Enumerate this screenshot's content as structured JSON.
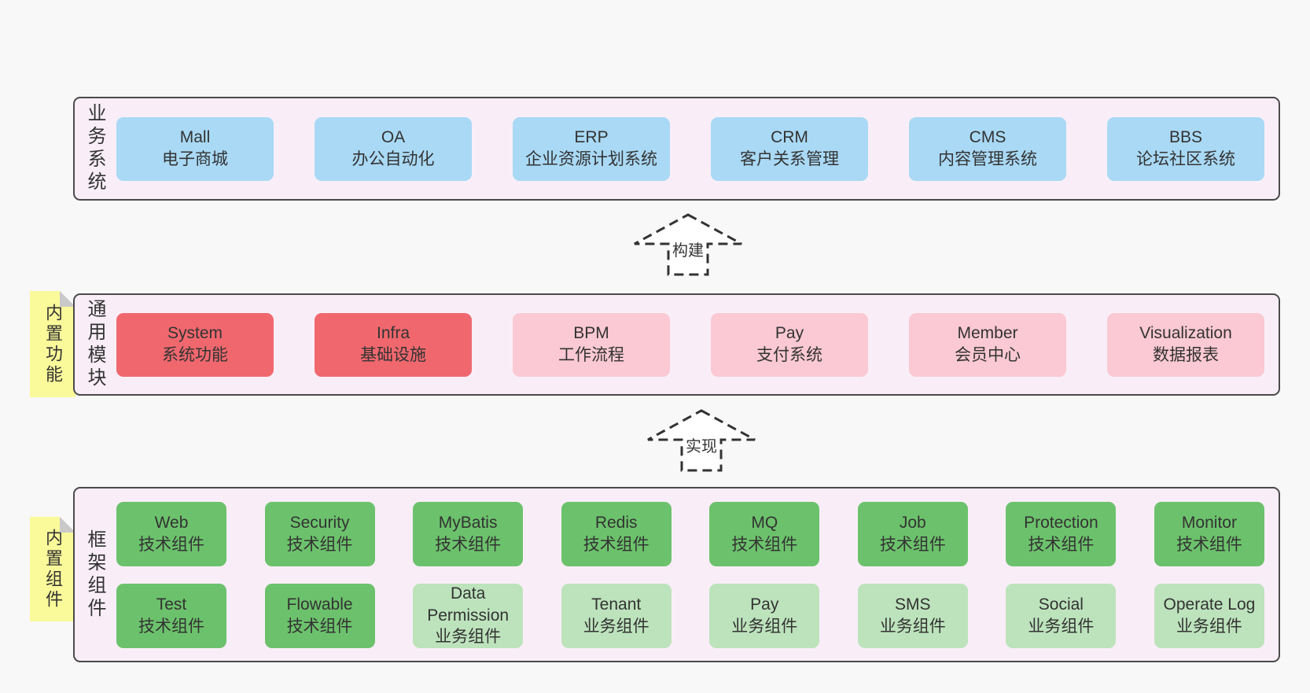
{
  "colors": {
    "page_bg": "#f8f8f8",
    "layer_bg": "#f9eef7",
    "layer_border": "#4a4a4a",
    "text": "#333333",
    "blue": "#a9d9f5",
    "red": "#f0686e",
    "pink": "#fac9d3",
    "green": "#6cc26c",
    "light_green": "#bde3bc",
    "sticky_yellow": "#fafa9a",
    "sticky_fold": "#c9c9c9",
    "arrow_fill": "#ffffff",
    "arrow_stroke": "#333333"
  },
  "layers": {
    "business": {
      "label": "业务系统",
      "boxes": [
        {
          "title": "Mall",
          "subtitle": "电子商城"
        },
        {
          "title": "OA",
          "subtitle": "办公自动化"
        },
        {
          "title": "ERP",
          "subtitle": "企业资源计划系统"
        },
        {
          "title": "CRM",
          "subtitle": "客户关系管理"
        },
        {
          "title": "CMS",
          "subtitle": "内容管理系统"
        },
        {
          "title": "BBS",
          "subtitle": "论坛社区系统"
        }
      ]
    },
    "modules": {
      "label": "通用模块",
      "sticky": "内置功能",
      "boxes": [
        {
          "title": "System",
          "subtitle": "系统功能"
        },
        {
          "title": "Infra",
          "subtitle": "基础设施"
        },
        {
          "title": "BPM",
          "subtitle": "工作流程"
        },
        {
          "title": "Pay",
          "subtitle": "支付系统"
        },
        {
          "title": "Member",
          "subtitle": "会员中心"
        },
        {
          "title": "Visualization",
          "subtitle": "数据报表"
        }
      ]
    },
    "components": {
      "label": "框架组件",
      "sticky": "内置组件",
      "row1": [
        {
          "title": "Web",
          "subtitle": "技术组件"
        },
        {
          "title": "Security",
          "subtitle": "技术组件"
        },
        {
          "title": "MyBatis",
          "subtitle": "技术组件"
        },
        {
          "title": "Redis",
          "subtitle": "技术组件"
        },
        {
          "title": "MQ",
          "subtitle": "技术组件"
        },
        {
          "title": "Job",
          "subtitle": "技术组件"
        },
        {
          "title": "Protection",
          "subtitle": "技术组件"
        },
        {
          "title": "Monitor",
          "subtitle": "技术组件"
        }
      ],
      "row2": [
        {
          "title": "Test",
          "subtitle": "技术组件"
        },
        {
          "title": "Flowable",
          "subtitle": "技术组件"
        },
        {
          "title": "Data Permission",
          "subtitle": "业务组件"
        },
        {
          "title": "Tenant",
          "subtitle": "业务组件"
        },
        {
          "title": "Pay",
          "subtitle": "业务组件"
        },
        {
          "title": "SMS",
          "subtitle": "业务组件"
        },
        {
          "title": "Social",
          "subtitle": "业务组件"
        },
        {
          "title": "Operate Log",
          "subtitle": "业务组件"
        }
      ]
    }
  },
  "arrows": {
    "build": "构建",
    "implement": "实现"
  }
}
